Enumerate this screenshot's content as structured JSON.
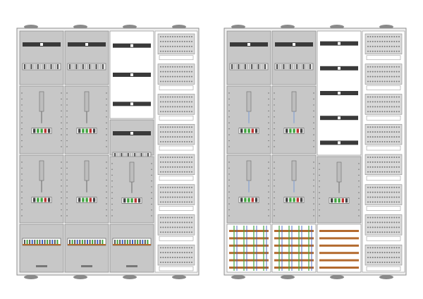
{
  "figure": {
    "panels": [
      {
        "id": "left-cabinet",
        "view": "closed",
        "columns": [
          {
            "kind": "meter-field",
            "fields": [
              "device-rail",
              "meter",
              "meter",
              "terminal-field"
            ]
          },
          {
            "kind": "meter-field",
            "fields": [
              "device-rail",
              "meter",
              "meter",
              "terminal-field"
            ]
          },
          {
            "kind": "distribution-field",
            "fields": [
              "rails",
              "device-rail",
              "meter",
              "terminal-field"
            ]
          },
          {
            "kind": "ventilation-column",
            "fields": [
              "vents"
            ]
          }
        ]
      },
      {
        "id": "right-cabinet",
        "view": "open",
        "columns": [
          {
            "kind": "meter-field",
            "fields": [
              "device-rail",
              "meter",
              "meter",
              "busbar-terminals"
            ]
          },
          {
            "kind": "meter-field",
            "fields": [
              "device-rail",
              "meter",
              "meter",
              "busbar-terminals"
            ]
          },
          {
            "kind": "distribution-field",
            "fields": [
              "rails",
              "meter",
              "busbars"
            ]
          },
          {
            "kind": "ventilation-column",
            "fields": [
              "vents"
            ]
          }
        ]
      }
    ],
    "colors": {
      "frame": "#8c8c8c",
      "panel": "#c7c7c7",
      "panel_dark": "#a9a9a9",
      "rail": "#3a3a3a",
      "busbar": "#b36a2e",
      "wire_green": "#3fa33f",
      "wire_blue": "#3b5fbf",
      "vent": "#9a9a9a"
    }
  }
}
